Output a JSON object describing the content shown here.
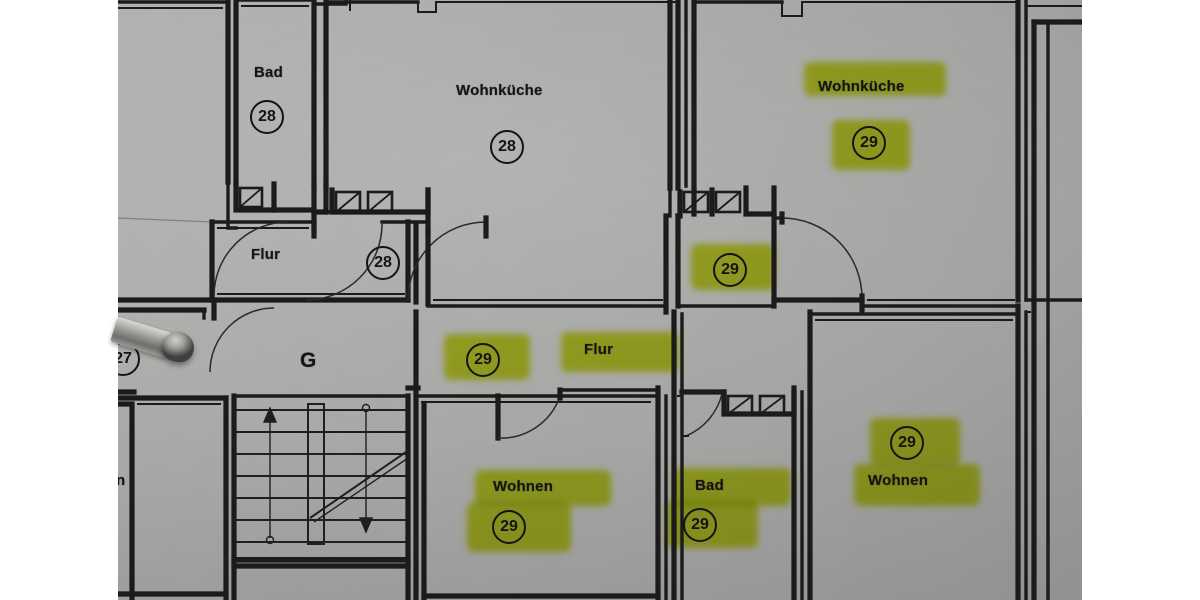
{
  "image": {
    "kind": "photograph-of-printed-floor-plan",
    "background_color": "#a8a8a7",
    "letterbox_color": "#ffffff",
    "ink_color": "#1b1b1b",
    "highlighter_color": "#d2e21c"
  },
  "plan": {
    "stair_label": "G",
    "partial_left_label": "n",
    "labels": [
      {
        "id": "bad-28",
        "text": "Bad",
        "number": "28",
        "highlighted": false
      },
      {
        "id": "wohnkueche-28",
        "text": "Wohnküche",
        "number": "28",
        "highlighted": false
      },
      {
        "id": "wohnkueche-29",
        "text": "Wohnküche",
        "number": "29",
        "highlighted": true
      },
      {
        "id": "flur-28",
        "text": "Flur",
        "number": "28",
        "highlighted": false
      },
      {
        "id": "flur-29-upper",
        "text": "",
        "number": "29",
        "highlighted": true
      },
      {
        "id": "flur-29",
        "text": "Flur",
        "number": "29",
        "highlighted": true
      },
      {
        "id": "wohnen-29-left",
        "text": "Wohnen",
        "number": "29",
        "highlighted": true
      },
      {
        "id": "bad-29",
        "text": "Bad",
        "number": "29",
        "highlighted": true
      },
      {
        "id": "wohnen-29-right",
        "text": "Wohnen",
        "number": "29",
        "highlighted": true
      },
      {
        "id": "unit-27-edge",
        "text": "",
        "number": "27",
        "highlighted": false
      }
    ],
    "text": {
      "bad": "Bad",
      "wohnkueche": "Wohnküche",
      "flur": "Flur",
      "wohnen": "Wohnen",
      "stair_g": "G",
      "cut_n": "n"
    },
    "numbers": {
      "n27": "27",
      "n28": "28",
      "n29": "29"
    }
  },
  "objects": {
    "tool_name": "metal-pen-tip",
    "staircase": "staircase-with-up-down-arrows"
  }
}
